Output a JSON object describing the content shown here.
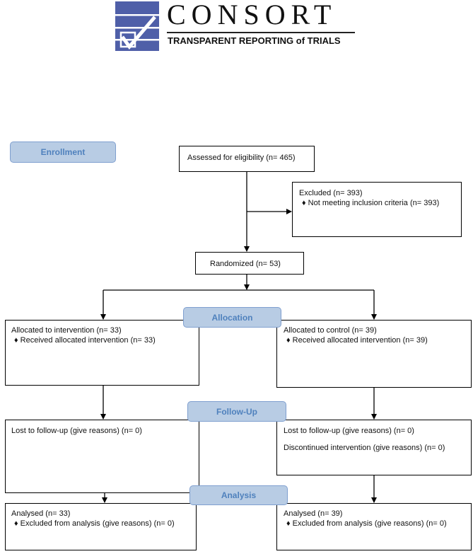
{
  "header": {
    "logo_title": "CONSORT",
    "logo_subtitle": "TRANSPARENT REPORTING of TRIALS",
    "brand_color": "#4f5fa8"
  },
  "stages": {
    "enrollment": "Enrollment",
    "allocation": "Allocation",
    "follow_up": "Follow-Up",
    "analysis": "Analysis"
  },
  "enrollment": {
    "assessed": "Assessed for eligibility (n= 465)",
    "excluded": "Excluded  (n= 393)",
    "excluded_reason": "Not meeting inclusion criteria (n= 393)",
    "randomized": "Randomized (n= 53)"
  },
  "intervention": {
    "allocated": "Allocated to intervention (n= 33)",
    "received": "Received allocated intervention (n=  33)",
    "lost": "Lost to follow-up (give reasons) (n=  0)",
    "analysed": "Analysed  (n=  33)",
    "excluded_analysis": "Excluded from analysis (give reasons) (n= 0)"
  },
  "control": {
    "allocated": "Allocated to control (n= 39)",
    "received": "Received allocated intervention (n=  39)",
    "lost": "Lost to follow-up (give reasons) (n=  0)",
    "discontinued": "Discontinued intervention (give reasons) (n= 0)",
    "analysed": "Analysed  (n=  39)",
    "excluded_analysis": "Excluded from analysis (give reasons) (n= 0)"
  },
  "colors": {
    "stage_fill": "#b8cce4",
    "stage_text": "#4f81bd"
  }
}
